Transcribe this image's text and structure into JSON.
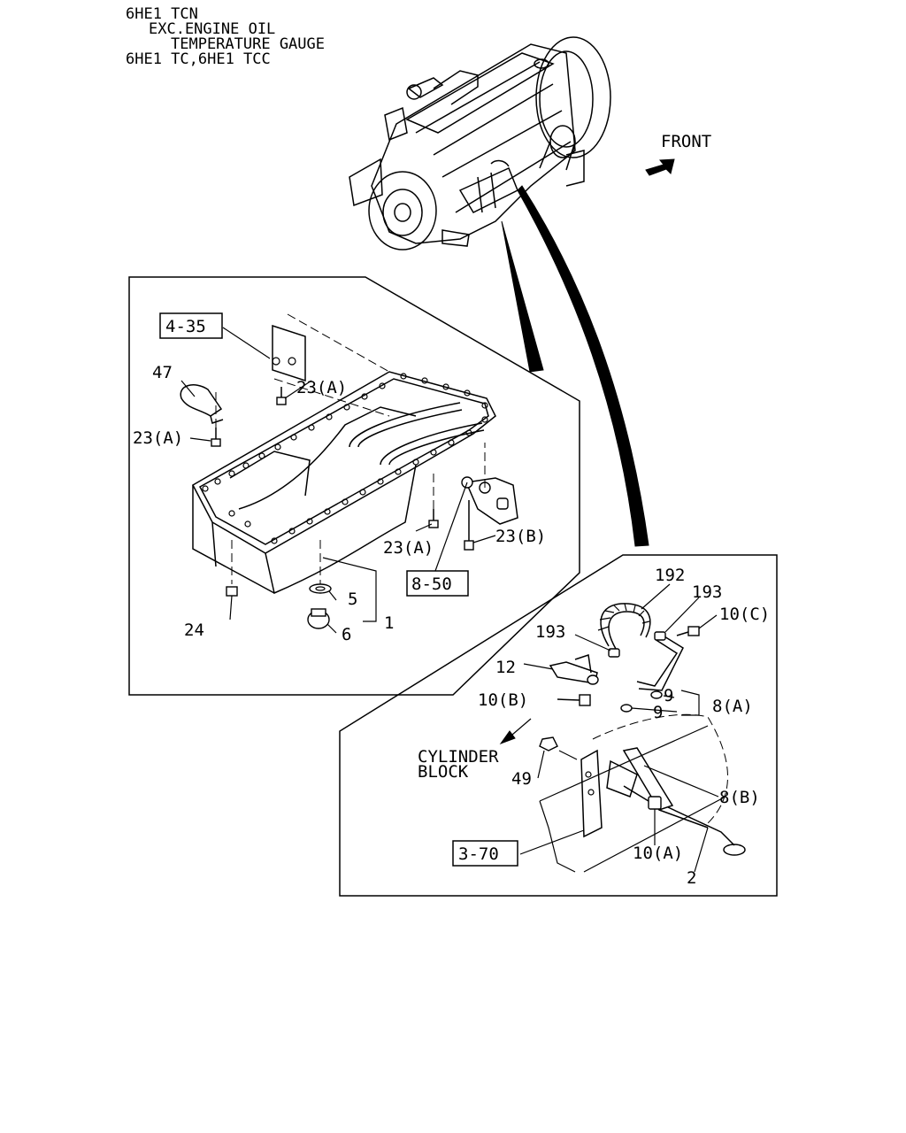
{
  "header": {
    "line1": "6HE1 TCN",
    "line2": "EXC.ENGINE OIL",
    "line3": "TEMPERATURE GAUGE",
    "line4": "6HE1 TC,6HE1 TCC"
  },
  "direction_label": "FRONT",
  "cylinder_block_label": [
    "CYLINDER",
    "BLOCK"
  ],
  "refs": {
    "ref_4_35": "4-35",
    "ref_8_50": "8-50",
    "ref_3_70": "3-70"
  },
  "oil_pan_callouts": {
    "p47": "47",
    "p23a_top": "23(A)",
    "p23a_left": "23(A)",
    "p23a_bottom": "23(A)",
    "p23b": "23(B)",
    "p5": "5",
    "p6": "6",
    "p1": "1",
    "p24": "24"
  },
  "dipstick_callouts": {
    "p192": "192",
    "p193_right": "193",
    "p193_left": "193",
    "p10c": "10(C)",
    "p12": "12",
    "p10b": "10(B)",
    "p9_upper": "9",
    "p9_lower": "9",
    "p8a": "8(A)",
    "p49": "49",
    "p8b": "8(B)",
    "p10a": "10(A)",
    "p2": "2"
  }
}
